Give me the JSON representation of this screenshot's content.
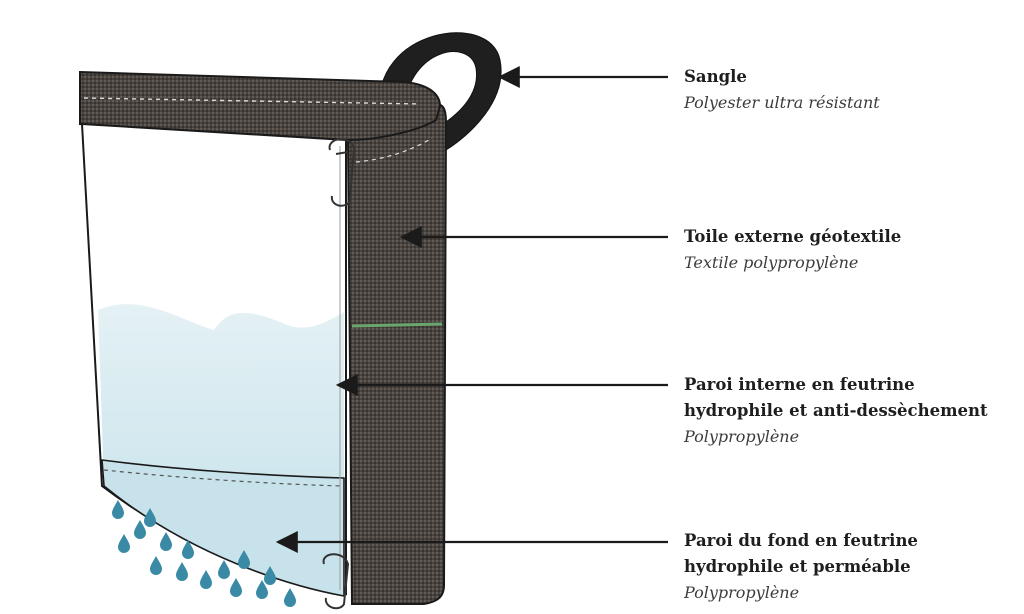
{
  "labels": [
    {
      "id": "sangle",
      "title_lines": [
        "Sangle"
      ],
      "subtitle": "Polyester ultra résistant"
    },
    {
      "id": "toile",
      "title_lines": [
        "Toile externe géotextile"
      ],
      "subtitle": "Textile polypropylène"
    },
    {
      "id": "paroi-interne",
      "title_lines": [
        "Paroi interne en feutrine",
        "hydrophile et anti-dessèchement"
      ],
      "subtitle": "Polypropylène"
    },
    {
      "id": "paroi-fond",
      "title_lines": [
        "Paroi du fond en feutrine",
        "hydrophile et perméable"
      ],
      "subtitle": "Polypropylène"
    }
  ],
  "colors": {
    "fabric": "#4a4440",
    "fabric_dark": "#2e2a28",
    "strap": "#1f1f1f",
    "felt_water": "#cfe6ee",
    "drop": "#3a8aa6",
    "seam_green": "#6aa56e",
    "arrow": "#1a1a1a"
  }
}
